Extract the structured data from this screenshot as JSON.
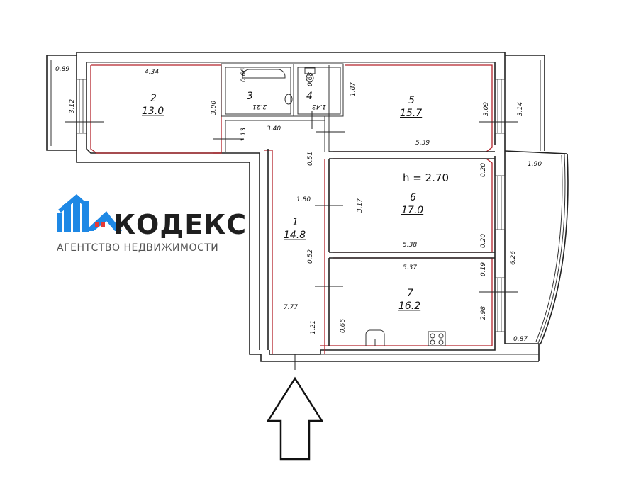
{
  "logo": {
    "name": "КОДЕКС",
    "subtitle": "АГЕНТСТВО НЕДВИЖИМОСТИ",
    "colors": {
      "blue": "#1e88e5",
      "red": "#e53935",
      "text": "#1f1f1f"
    }
  },
  "ceiling_height": "h = 2.70",
  "rooms": [
    {
      "id": "1",
      "number": "1",
      "area": "14.8"
    },
    {
      "id": "2",
      "number": "2",
      "area": "13.0"
    },
    {
      "id": "3",
      "number": "3",
      "area": ""
    },
    {
      "id": "4",
      "number": "4",
      "area": ""
    },
    {
      "id": "5",
      "number": "5",
      "area": "15.7"
    },
    {
      "id": "6",
      "number": "6",
      "area": "17.0"
    },
    {
      "id": "7",
      "number": "7",
      "area": "16.2"
    }
  ],
  "dimensions": {
    "balcony_left_width": "0.89",
    "balcony_left_height": "3.12",
    "room2_width": "4.34",
    "room2_height": "3.00",
    "bath_top": "0.66",
    "bath_width": "2.21",
    "wc_top": "0.68",
    "wc_width": "1.43",
    "room5_height_left": "1.87",
    "room5_height": "3.09",
    "balcony_right_top": "3.14",
    "room5_width": "5.39",
    "hall_height": "1.13",
    "hall_width": "3.40",
    "wall_gap_1": "0.51",
    "wall_gap_6_top": "0.20",
    "balcony_large_width": "1.90",
    "corridor_width": "1.80",
    "room6_height": "3.17",
    "room6_width": "5.38",
    "wall_gap_6_bottom": "0.20",
    "wall_gap_2": "0.52",
    "room7_width": "5.37",
    "wall_gap_7": "0.19",
    "balcony_large_height": "6.26",
    "corridor_length": "7.77",
    "room7_height": "2.98",
    "entry_width": "1.21",
    "kitchen_niche": "0.66",
    "balcony_large_bottom": "0.87"
  },
  "entrance_arrow": "entrance-arrow"
}
